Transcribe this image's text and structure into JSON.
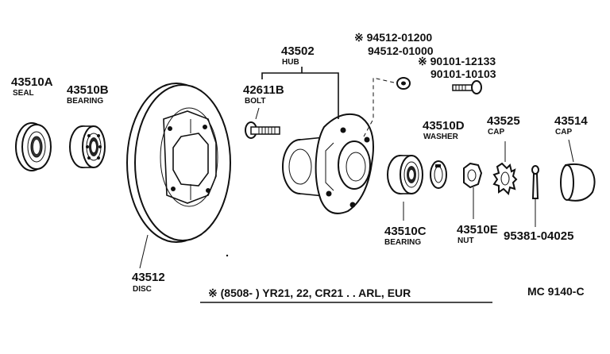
{
  "parts": {
    "seal": {
      "number": "43510A",
      "name": "SEAL"
    },
    "bearing_outer": {
      "number": "43510B",
      "name": "BEARING"
    },
    "disc": {
      "number": "43512",
      "name": "DISC"
    },
    "bolt": {
      "number": "42611B",
      "name": "BOLT"
    },
    "hub": {
      "number": "43502",
      "name": "HUB"
    },
    "washer_part_a": "※ 94512-01200",
    "washer_part_b": "94512-01000",
    "bolt_part_a": "※ 90101-12133",
    "bolt_part_b": "90101-10103",
    "bearing_inner": {
      "number": "43510C",
      "name": "BEARING"
    },
    "washer": {
      "number": "43510D",
      "name": "WASHER"
    },
    "cap_spindle": {
      "number": "43525",
      "name": "CAP"
    },
    "nut": {
      "number": "43510E",
      "name": "NUT"
    },
    "cotter_pin": "95381-04025",
    "cap_grease": {
      "number": "43514",
      "name": "CAP"
    }
  },
  "footer": {
    "note": "※ (8508-          ) YR21, 22, CR21 . . ARL, EUR",
    "diagram_id": "MC 9140-C"
  }
}
